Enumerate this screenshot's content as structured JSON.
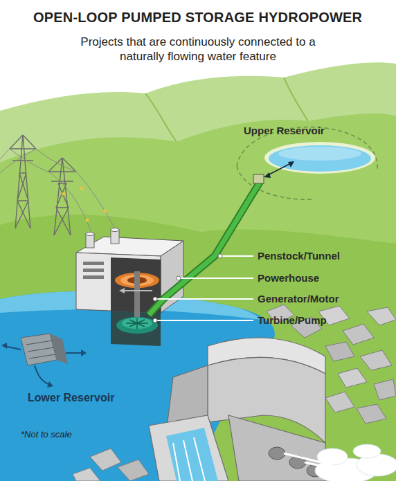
{
  "diagram": {
    "title": "OPEN-LOOP PUMPED STORAGE HYDROPOWER",
    "labels": [
      "Projects that are continuously connected to a naturally flowing water feature",
      "Upper Reservoir",
      "Penstock/Tunnel",
      "Powerhouse",
      "Generator/Motor",
      "Turbine/Pump",
      "Lower Reservoir",
      "*Not to scale"
    ]
  }
}
